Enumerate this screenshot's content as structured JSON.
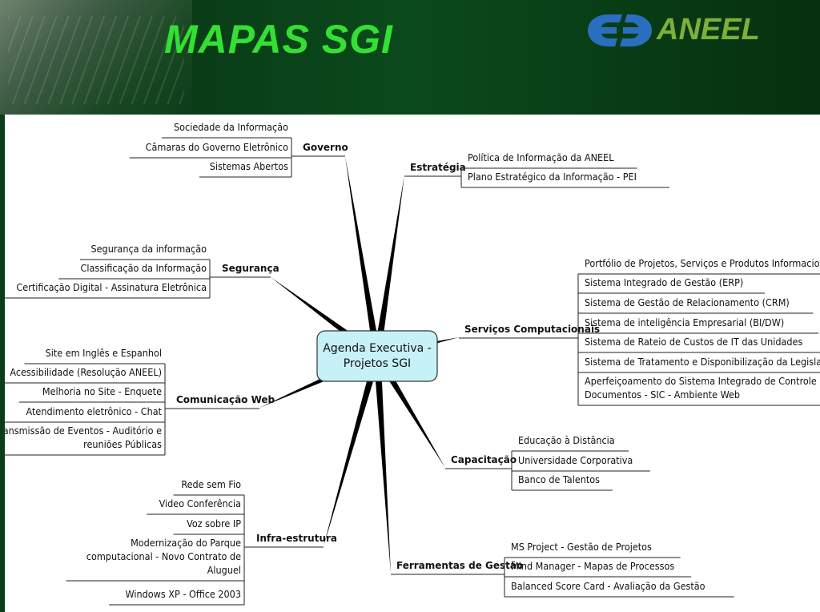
{
  "title": "MAPAS SGI",
  "logo_text": "ANEEL",
  "center": [
    "Agenda Executiva -",
    "Projetos SGI"
  ],
  "branches": {
    "governo": {
      "label": "Governo",
      "items": [
        [
          "Sociedade da Informação"
        ],
        [
          "Câmaras do Governo Eletrônico"
        ],
        [
          "Sistemas Abertos"
        ]
      ]
    },
    "seguranca": {
      "label": "Segurança",
      "items": [
        [
          "Segurança da informação"
        ],
        [
          "Classificação da Informação"
        ],
        [
          "Certificação Digital - Assinatura Eletrônica"
        ]
      ]
    },
    "comunicacao": {
      "label": "Comunicação Web",
      "items": [
        [
          "Site em Inglês e Espanhol"
        ],
        [
          "Acessibilidade (Resolução ANEEL)"
        ],
        [
          "Melhoria no Site - Enquete"
        ],
        [
          "Atendimento eletrônico - Chat"
        ],
        [
          "Transmissão de Eventos - Auditório e",
          "reuniões Públicas"
        ]
      ]
    },
    "infra": {
      "label": "Infra-estrutura",
      "items": [
        [
          "Rede sem Fio"
        ],
        [
          "Video Conferência"
        ],
        [
          "Voz sobre IP"
        ],
        [
          "Modernização do Parque",
          "computacional - Novo Contrato de",
          "Aluguel"
        ],
        [
          "Windows XP - Office 2003"
        ]
      ]
    },
    "estrategia": {
      "label": "Estratégia",
      "items": [
        [
          "Política de Informação da ANEEL"
        ],
        [
          "Plano Estratégico da Informação - PEI"
        ]
      ]
    },
    "servicos": {
      "label": "Serviços Computacionais",
      "items": [
        [
          "Portfólio de Projetos, Serviços e Produtos Informacionais"
        ],
        [
          "Sistema Integrado de Gestão (ERP)"
        ],
        [
          "Sistema de Gestão de Relacionamento  (CRM)"
        ],
        [
          "Sistema de inteligência Empresarial (BI/DW)"
        ],
        [
          "Sistema de Rateio de Custos de IT das Unidades"
        ],
        [
          "Sistema de Tratamento e Disponibilização da Legislação"
        ],
        [
          "Aperfeiçoamento do Sistema Integrado de Controle de",
          "Documentos - SIC -  Ambiente Web"
        ]
      ]
    },
    "capacitacao": {
      "label": "Capacitação",
      "items": [
        [
          "Educação à Distância"
        ],
        [
          "Universidade Corporativa"
        ],
        [
          "Banco de Talentos"
        ]
      ]
    },
    "ferramentas": {
      "label": "Ferramentas de Gestão",
      "items": [
        [
          "MS Project - Gestão de Projetos"
        ],
        [
          "Mind Manager - Mapas de Processos"
        ],
        [
          "Balanced Score Card - Avaliação da Gestão"
        ]
      ]
    }
  },
  "colors": {
    "header_bg": "#0b3d1a",
    "title": "#33e033",
    "logo": "#7fae3a",
    "center_fill": "#c6f1f7"
  }
}
